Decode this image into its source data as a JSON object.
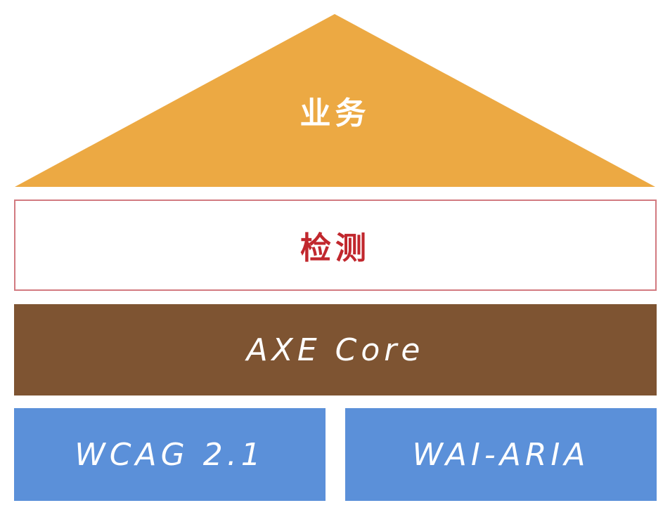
{
  "colors": {
    "roof": "#eca943",
    "detect_text": "#c1272d",
    "detect_border": "#d27a80",
    "axe_fill": "#7e5432",
    "standard_fill": "#5b90d9",
    "label_white": "#ffffff"
  },
  "layers": {
    "business": {
      "label": "业务"
    },
    "detection": {
      "label": "检测"
    },
    "engine": {
      "label": "AXE Core"
    },
    "standards": [
      {
        "label": "WCAG 2.1"
      },
      {
        "label": "WAI-ARIA"
      }
    ]
  }
}
